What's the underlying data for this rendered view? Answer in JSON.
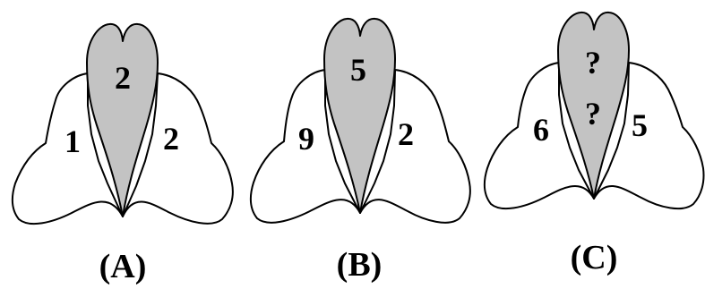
{
  "figures": [
    {
      "caption": "(A)",
      "left": "1",
      "top": "2",
      "right": "2"
    },
    {
      "caption": "(B)",
      "left": "9",
      "top": "5",
      "right": "2"
    },
    {
      "caption": "(C)",
      "left": "6",
      "top_1": "?",
      "top_2": "?",
      "right": "5"
    }
  ],
  "colors": {
    "body_fill": "#c3c3c3",
    "wing_fill": "#ffffff",
    "outline": "#000000"
  }
}
